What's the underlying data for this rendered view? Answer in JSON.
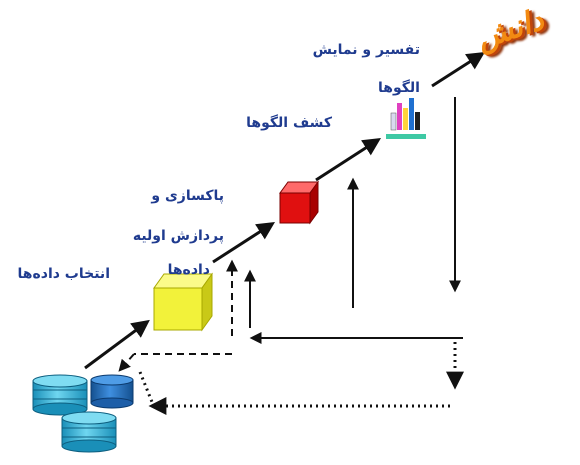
{
  "labels": {
    "select_data": "انتخاب داده‌ها",
    "preprocess_line1": "پاکسازی و",
    "preprocess_line2": "پردازش اولیه",
    "preprocess_line3": "داده‌ها",
    "discover_patterns": "کشف الگوها",
    "interpret_line1": "تفسیر و نمایش",
    "interpret_line2": "الگوها",
    "knowledge": "دانش"
  },
  "colors": {
    "database": "#2fb3d6",
    "database_alt": "#1f6fc0",
    "preprocessed_cube": "#f2f23a",
    "patterns_cube": "#e01010",
    "text": "#1f3b8f",
    "knowledge": "#f28a12",
    "arrow": "#111111"
  },
  "icons": {
    "database": "database-cylinder-icon",
    "cube": "cube-icon",
    "chart": "bar-chart-icon"
  }
}
